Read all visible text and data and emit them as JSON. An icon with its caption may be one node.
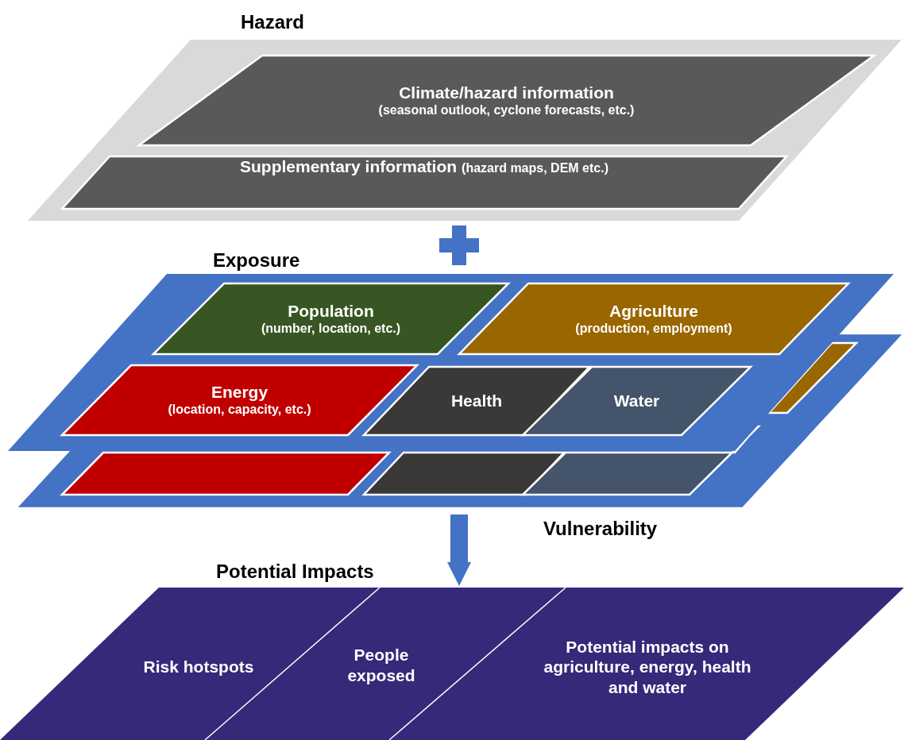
{
  "diagram": {
    "nodes": [
      {
        "text": [
          "Hazard"
        ]
      },
      {
        "text": [
          "Climate/hazard information",
          "(seasonal outlook, cyclone forecasts, etc.)"
        ],
        "in": 0
      },
      {
        "text": [
          "Supplementary information",
          "(hazard maps, DEM etc.)"
        ],
        "in": 0
      },
      {
        "text": [
          "Exposure"
        ]
      },
      {
        "text": [
          "Population",
          "(number, location, etc.)"
        ],
        "in": 3
      },
      {
        "text": [
          "Agriculture",
          "(production, employment)"
        ],
        "in": 3
      },
      {
        "text": [
          "Energy",
          "(location, capacity, etc.)"
        ]
      },
      {
        "text": [
          "Health"
        ]
      },
      {
        "text": [
          "Water"
        ]
      },
      {
        "text": [
          "Vulnerability"
        ]
      },
      {
        "text": [],
        "shape": "box",
        "in": 9
      },
      {
        "text": [],
        "shape": "box",
        "in": 9
      },
      {
        "text": [],
        "shape": "box",
        "in": 9
      },
      {
        "text": [],
        "shape": "box",
        "in": 9
      },
      {
        "text": [
          "Potential Impacts"
        ]
      },
      {
        "text": [
          "Risk hotspots"
        ],
        "in": 14
      },
      {
        "text": [
          "People exposed"
        ],
        "in": 14
      },
      {
        "text": [
          "Potential impacts on agriculture, energy, health and water"
        ],
        "in": 14
      }
    ],
    "edges": [
      {
        "from": 9,
        "to": 14,
        "arrow": "to"
      }
    ]
  }
}
